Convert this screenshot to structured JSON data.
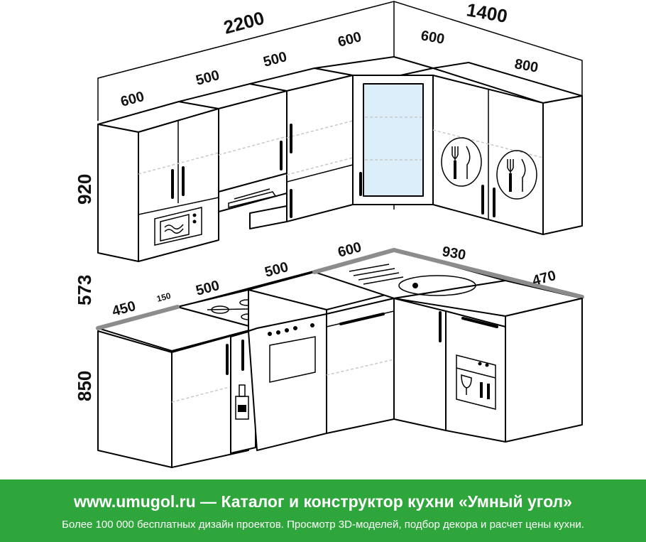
{
  "dimensions": {
    "top_total_left": "2200",
    "top_total_right": "1400",
    "upper_1": "600",
    "upper_2": "500",
    "upper_3": "500",
    "upper_corner_left": "600",
    "upper_corner_right": "600",
    "upper_right": "800",
    "height_upper": "920",
    "height_gap": "573",
    "height_lower": "850",
    "lower_1": "450",
    "lower_gap": "150",
    "lower_hob": "500",
    "lower_3": "500",
    "lower_corner": "600",
    "lower_sink": "930",
    "lower_end": "470"
  },
  "footer": {
    "headline": "www.umugol.ru  —  Каталог и конструктор кухни «Умный угол»",
    "subline": "Более 100 000 бесплатных дизайн проектов. Просмотр 3D-моделей, подбор декора и расчет цены кухни."
  },
  "colors": {
    "footer_bg": "#2fa63b",
    "countertop_edge": "#8c8c8c",
    "glass": "#dceefa"
  }
}
